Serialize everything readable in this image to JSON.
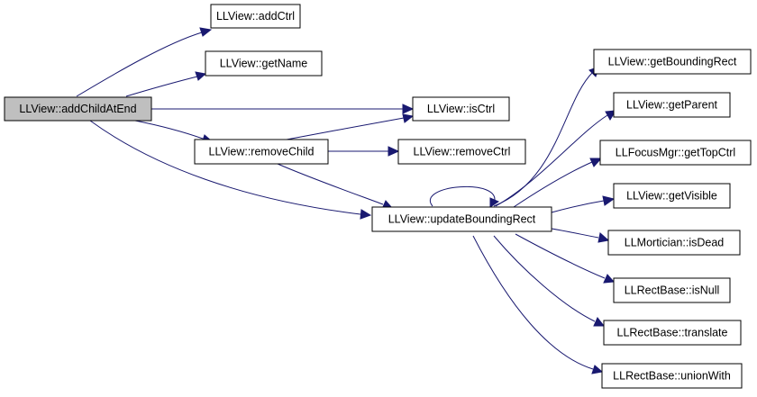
{
  "graph": {
    "nodes": {
      "add_child_at_end": "LLView::addChildAtEnd",
      "add_ctrl": "LLView::addCtrl",
      "get_name": "LLView::getName",
      "is_ctrl": "LLView::isCtrl",
      "remove_child": "LLView::removeChild",
      "remove_ctrl": "LLView::removeCtrl",
      "update_bounding_rect": "LLView::updateBoundingRect",
      "get_bounding_rect": "LLView::getBoundingRect",
      "get_parent": "LLView::getParent",
      "get_top_ctrl": "LLFocusMgr::getTopCtrl",
      "get_visible": "LLView::getVisible",
      "is_dead": "LLMortician::isDead",
      "is_null": "LLRectBase::isNull",
      "translate": "LLRectBase::translate",
      "union_with": "LLRectBase::unionWith"
    },
    "edges": [
      [
        "add_child_at_end",
        "add_ctrl"
      ],
      [
        "add_child_at_end",
        "get_name"
      ],
      [
        "add_child_at_end",
        "is_ctrl"
      ],
      [
        "add_child_at_end",
        "remove_child"
      ],
      [
        "add_child_at_end",
        "update_bounding_rect"
      ],
      [
        "remove_child",
        "is_ctrl"
      ],
      [
        "remove_child",
        "remove_ctrl"
      ],
      [
        "remove_child",
        "update_bounding_rect"
      ],
      [
        "update_bounding_rect",
        "update_bounding_rect"
      ],
      [
        "update_bounding_rect",
        "get_bounding_rect"
      ],
      [
        "update_bounding_rect",
        "get_parent"
      ],
      [
        "update_bounding_rect",
        "get_top_ctrl"
      ],
      [
        "update_bounding_rect",
        "get_visible"
      ],
      [
        "update_bounding_rect",
        "is_dead"
      ],
      [
        "update_bounding_rect",
        "is_null"
      ],
      [
        "update_bounding_rect",
        "translate"
      ],
      [
        "update_bounding_rect",
        "union_with"
      ]
    ],
    "colors": {
      "edge": "#191970",
      "root_fill": "#bfbfbf",
      "node_fill": "#ffffff",
      "node_border": "#000000"
    }
  }
}
